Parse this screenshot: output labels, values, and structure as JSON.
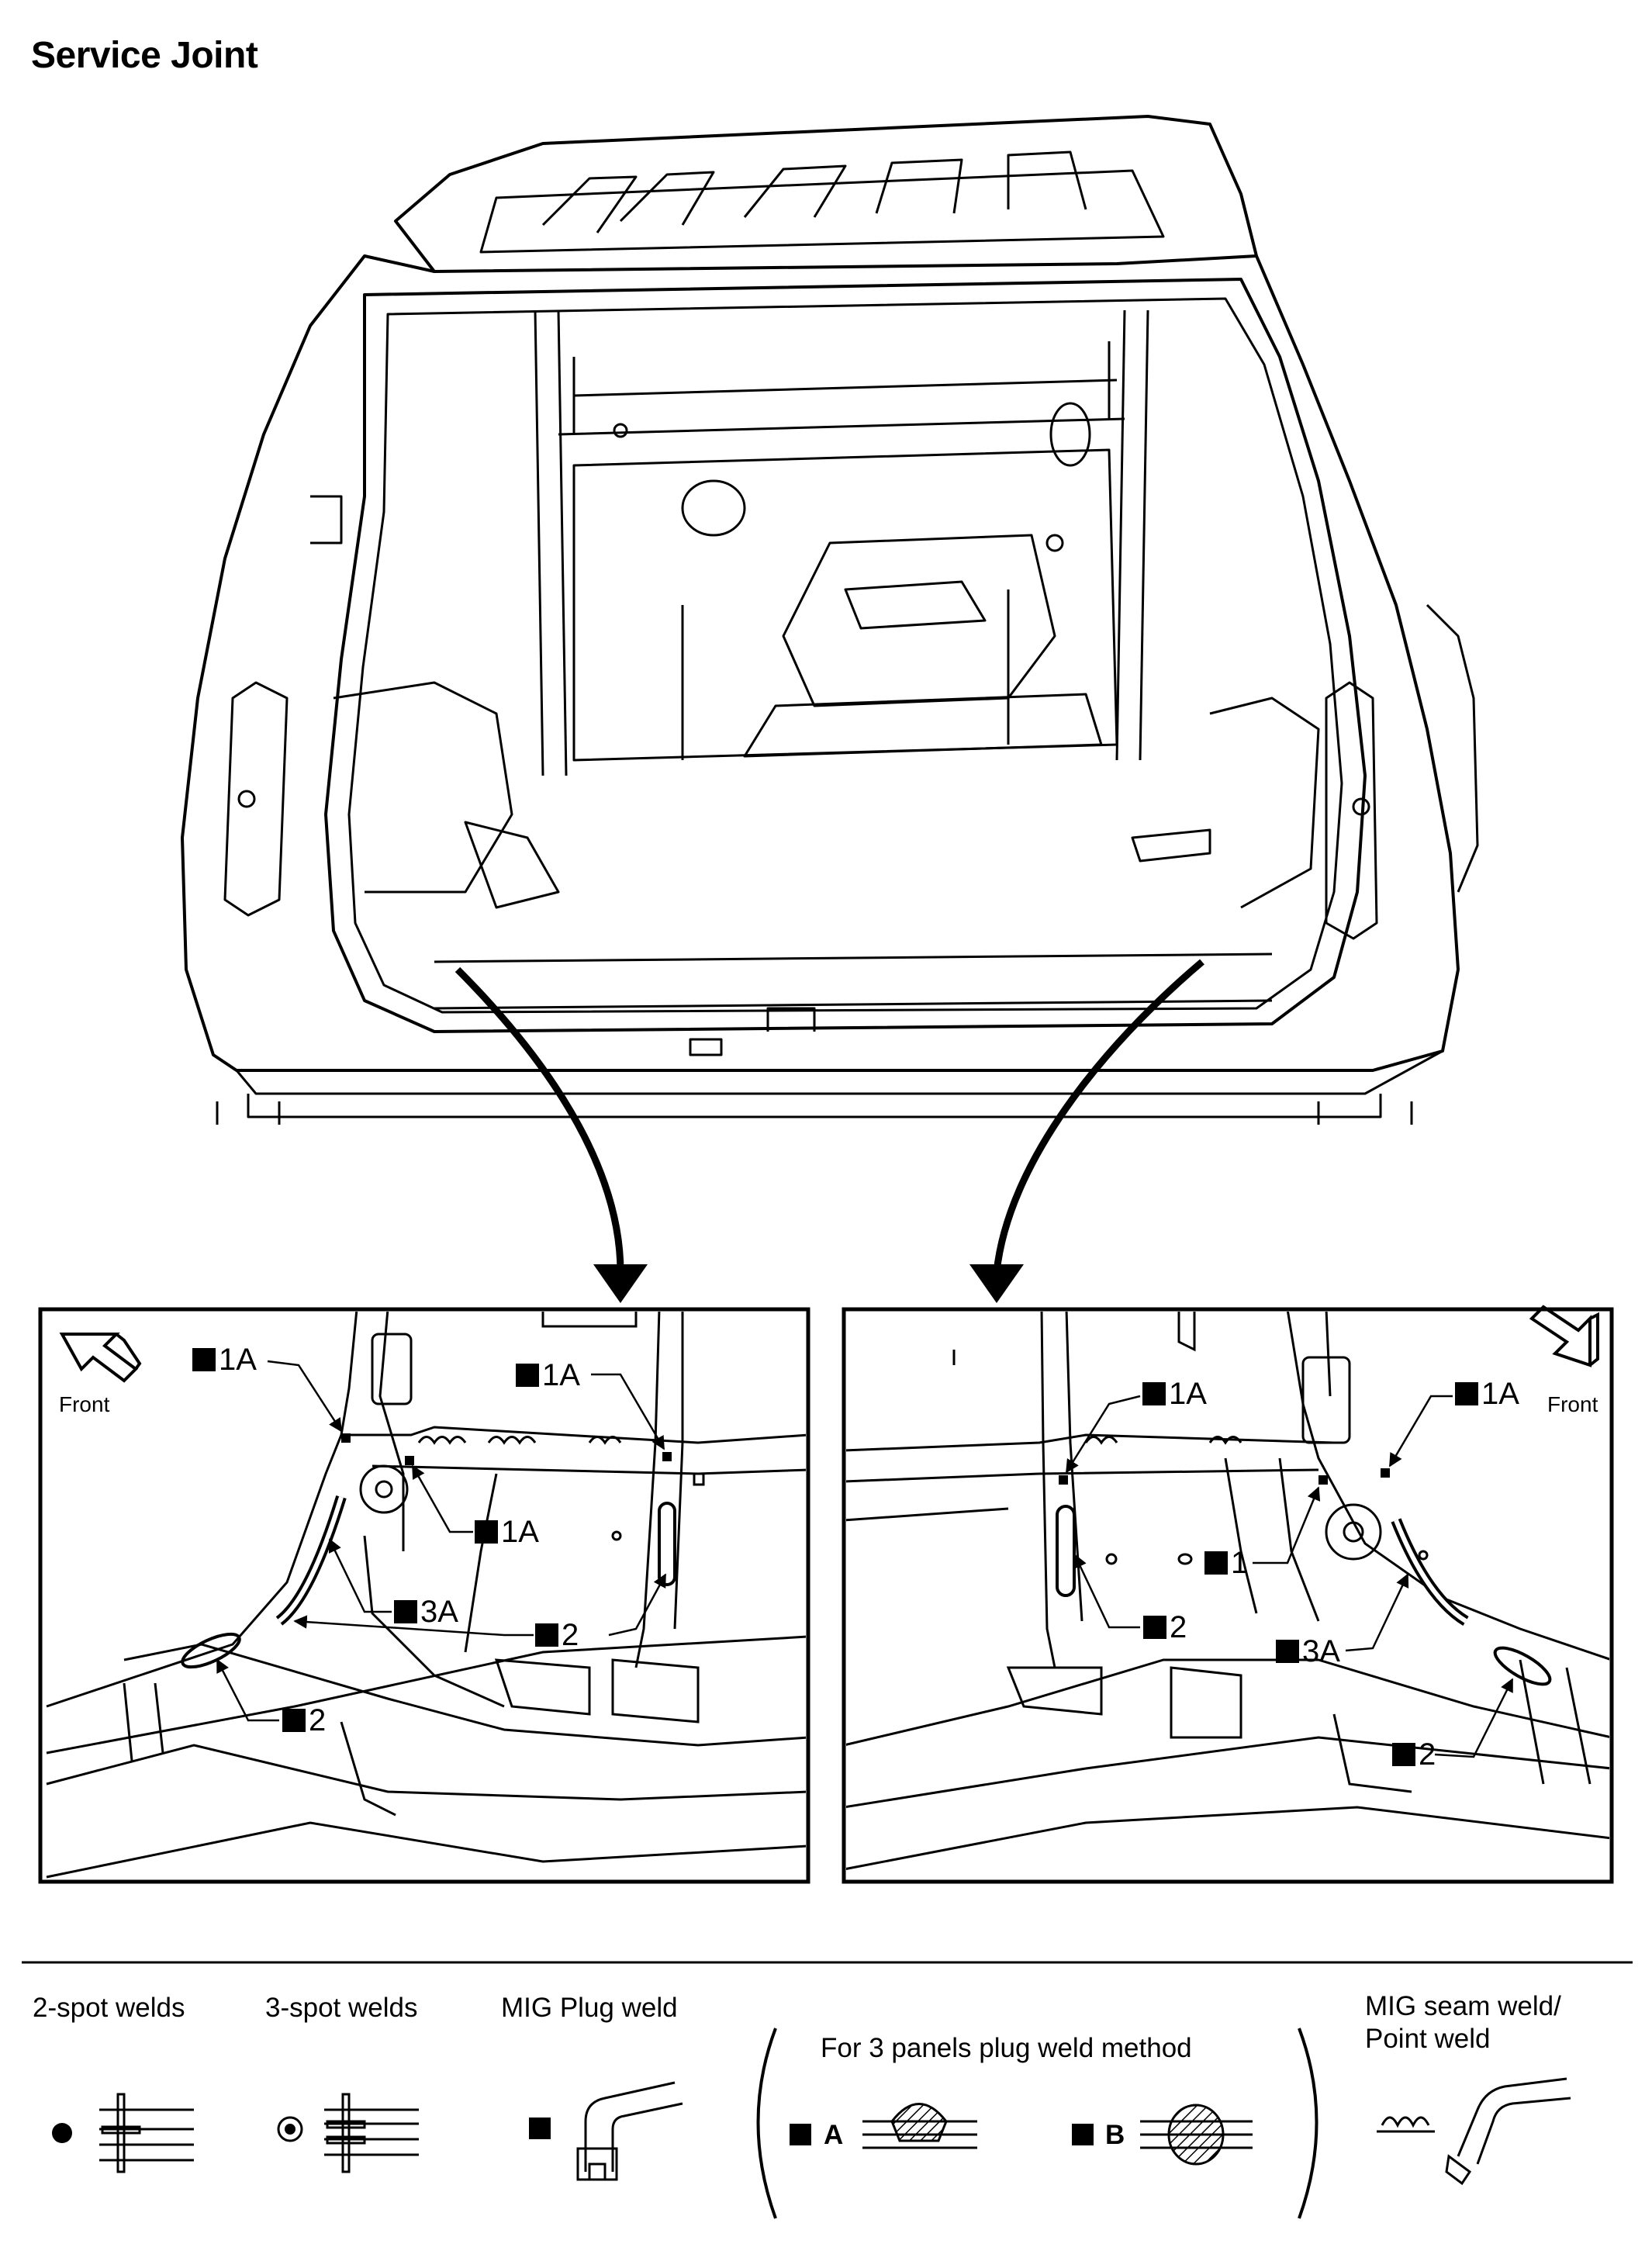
{
  "title": "Service Joint",
  "left_detail": {
    "front_label": "Front",
    "callouts": [
      "1A",
      "1A",
      "1A",
      "3A",
      "2",
      "2"
    ]
  },
  "right_detail": {
    "front_label": "Front",
    "callouts": [
      "1A",
      "1A",
      "1",
      "2",
      "3A",
      "2"
    ]
  },
  "legend": {
    "two_spot": "2-spot welds",
    "three_spot": "3-spot welds",
    "mig_plug": "MIG Plug weld",
    "three_panel": "For 3 panels plug weld method",
    "method_a": "A",
    "method_b": "B",
    "seam_line1": "MIG seam weld/",
    "seam_line2": "Point weld"
  }
}
